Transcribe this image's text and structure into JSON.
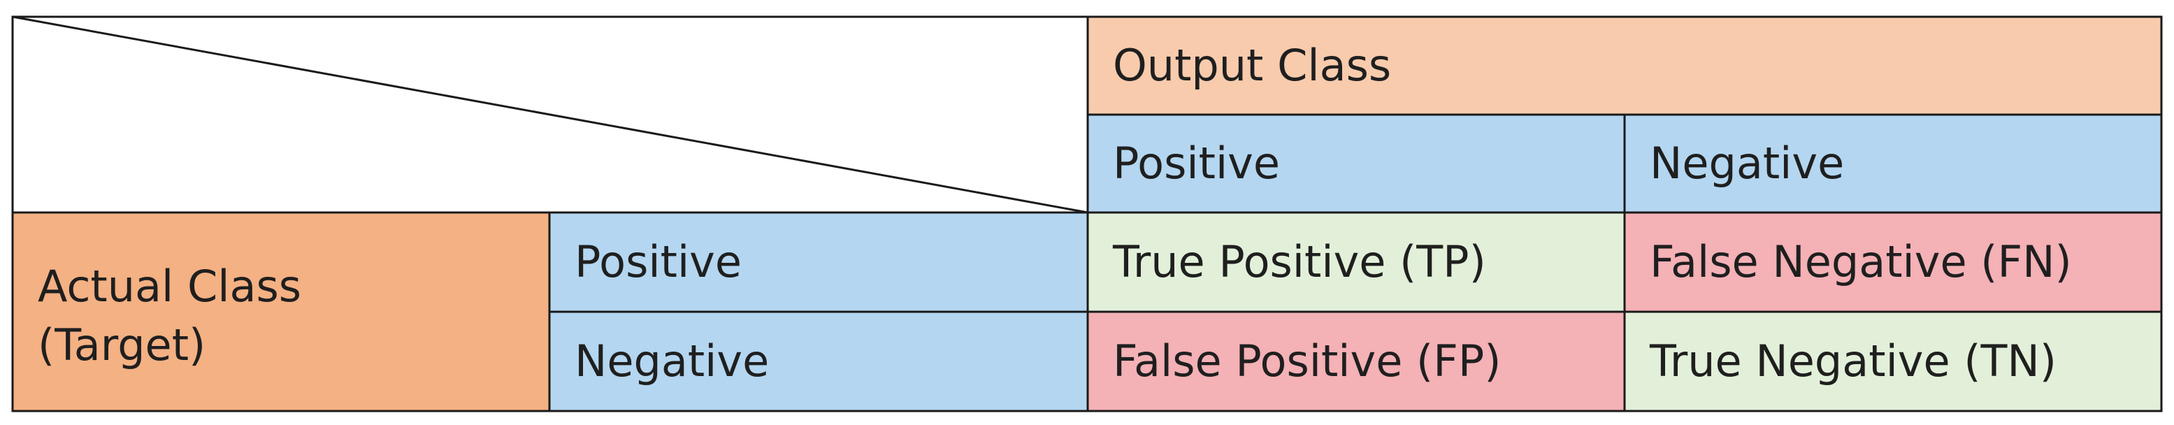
{
  "header": {
    "output_class": "Output Class",
    "output_positive": "Positive",
    "output_negative": "Negative"
  },
  "actual": {
    "label_line1": "Actual Class",
    "label_line2": "(Target)",
    "positive": "Positive",
    "negative": "Negative"
  },
  "matrix": {
    "tp": "True Positive (TP)",
    "fn": "False Negative (FN)",
    "fp": "False Positive (FP)",
    "tn": "True Negative (TN)"
  },
  "colors": {
    "output_header": "#f8cbad",
    "actual_header": "#f4b183",
    "class_label": "#b4d6f0",
    "correct": "#e2f0d9",
    "incorrect": "#f4b1b6",
    "border": "#1a1a1a"
  }
}
